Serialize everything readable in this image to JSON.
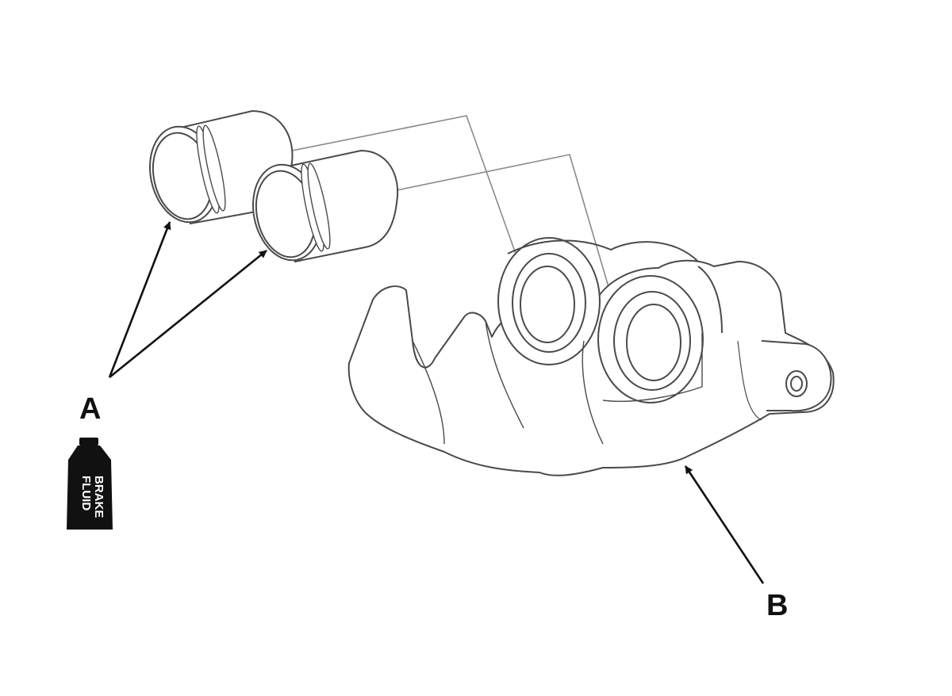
{
  "labels": {
    "a": "A",
    "b": "B"
  },
  "brake_fluid": {
    "line1": "BRAKE",
    "line2": "FLUID",
    "icon": "brake-fluid-bottle-icon"
  },
  "colors": {
    "line": "#555555",
    "arrow": "#111111",
    "bottle": "#111111"
  }
}
